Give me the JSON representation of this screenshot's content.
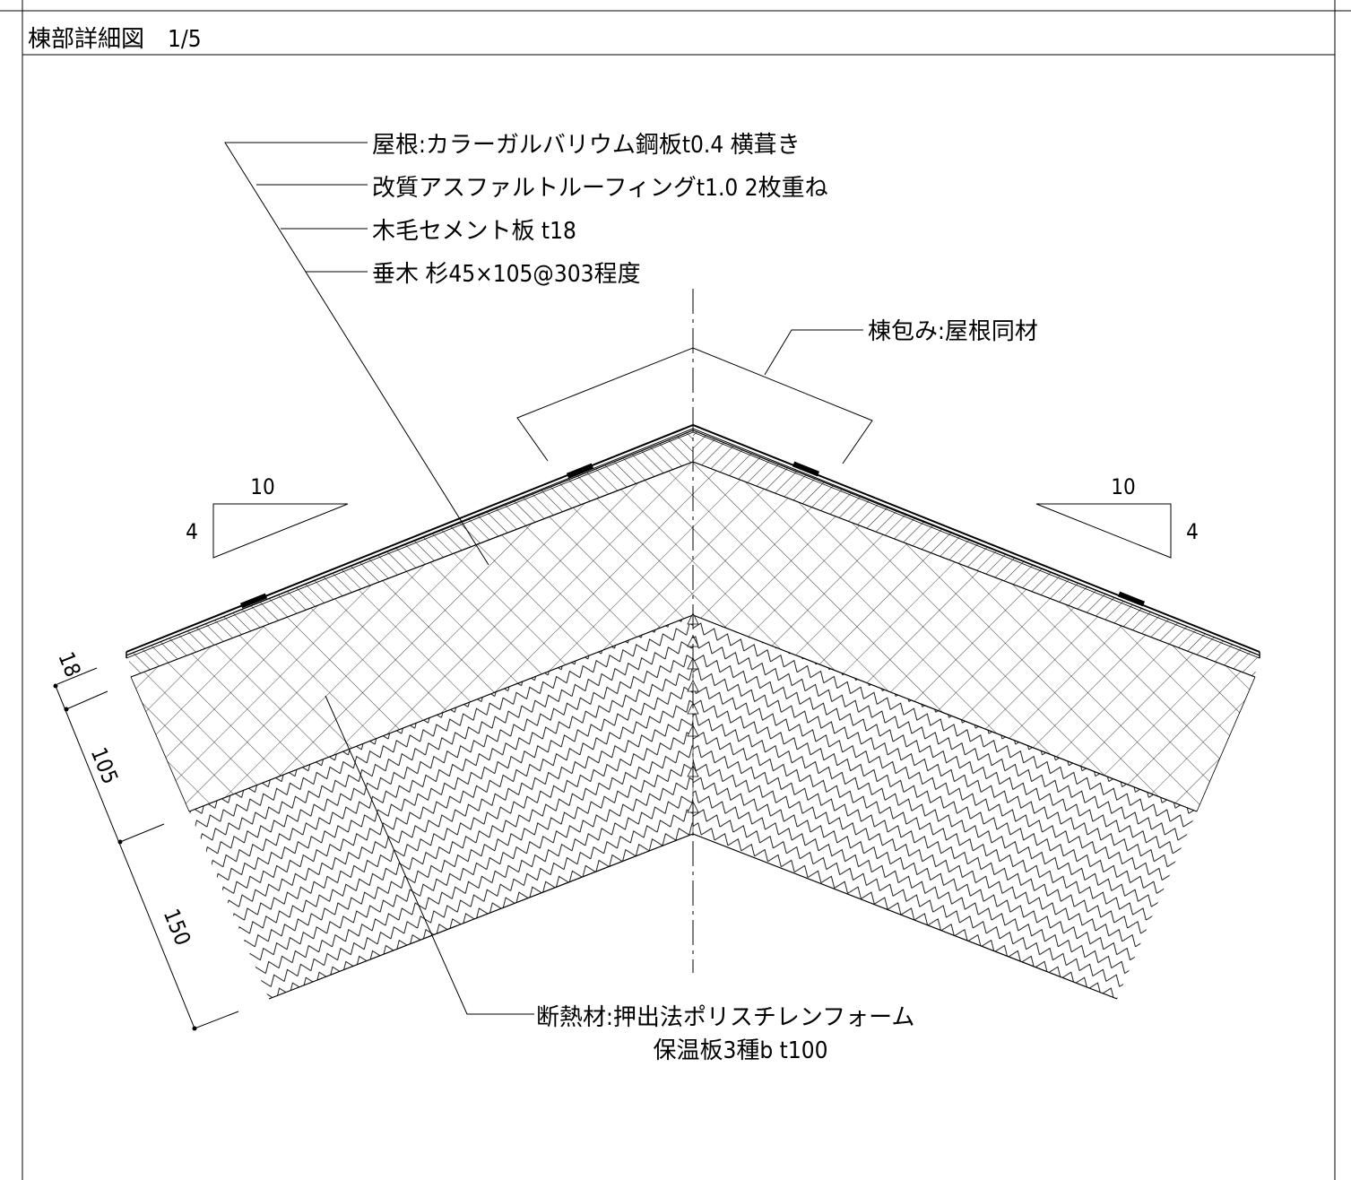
{
  "title": "棟部詳細図　1/5",
  "labels": {
    "roof": "屋根:カラーガルバリウム鋼板t0.4 横葺き",
    "roofing": "改質アスファルトルーフィングt1.0 2枚重ね",
    "board": "木毛セメント板 t18",
    "rafter": "垂木 杉45×105@303程度",
    "ridge_cover": "棟包み:屋根同材",
    "insulation_line1": "断熱材:押出法ポリスチレンフォーム",
    "insulation_line2": "保温板3種b t100"
  },
  "slope": {
    "run": "10",
    "rise": "4"
  },
  "dimensions": [
    "18",
    "105",
    "150"
  ]
}
